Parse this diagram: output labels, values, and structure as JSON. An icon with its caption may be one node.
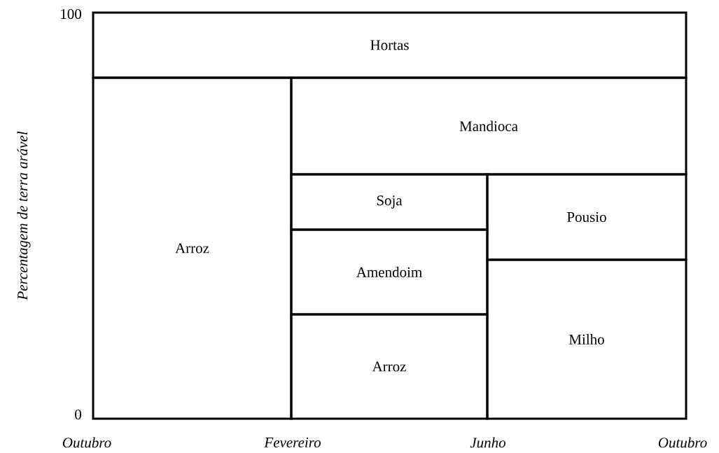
{
  "diagram": {
    "nodes": [
      {
        "text": [
          "Hortas"
        ]
      },
      {
        "text": [
          "Arroz"
        ]
      },
      {
        "text": [
          "Mandioca"
        ]
      },
      {
        "text": [
          "Soja"
        ]
      },
      {
        "text": [
          "Pousio"
        ]
      },
      {
        "text": [
          "Amendoim"
        ]
      },
      {
        "text": [
          "Milho"
        ]
      },
      {
        "text": [
          "Arroz"
        ]
      }
    ],
    "labels": [
      "100",
      "Percentagem de terra arável",
      "0",
      "Outubro",
      "Fevereiro",
      "Junho",
      "Outubro"
    ]
  }
}
